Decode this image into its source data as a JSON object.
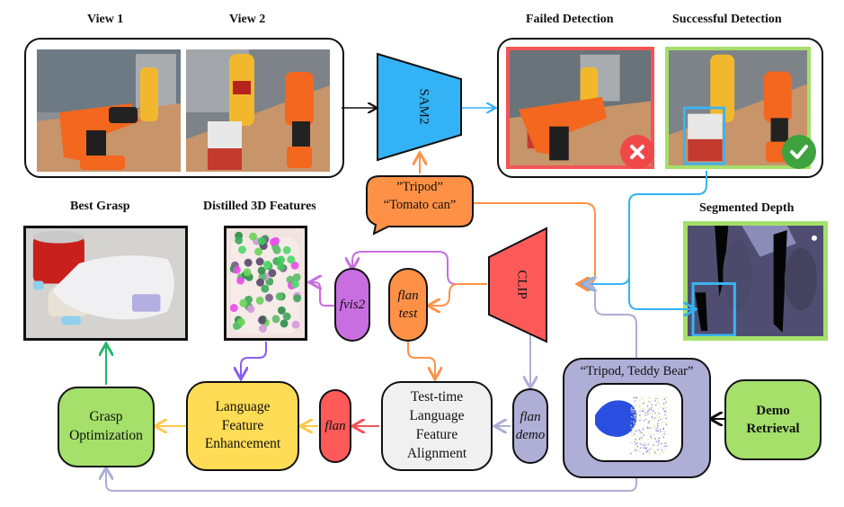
{
  "titles": {
    "view1": "View 1",
    "view2": "View 2",
    "failed": "Failed Detection",
    "success": "Successful Detection",
    "best_grasp": "Best Grasp",
    "distilled": "Distilled 3D Features",
    "segmented_depth": "Segmented Depth"
  },
  "models": {
    "sam2": "SAM2",
    "clip": "CLIP"
  },
  "prompt_bubble": {
    "line1": "”Tripod”",
    "line2": "“Tomato can”"
  },
  "nodes": {
    "fvis2": "fvis2",
    "flan_test_1": "flan",
    "flan_test_2": "test",
    "flan_demo_1": "flan",
    "flan_demo_2": "demo",
    "flan": "flan",
    "test_time_alignment": [
      "Test-time",
      "Language",
      "Feature",
      "Alignment"
    ],
    "language_enhancement": [
      "Language",
      "Feature",
      "Enhancement"
    ],
    "grasp_optimization": [
      "Grasp",
      "Optimization"
    ],
    "demo_retrieval": [
      "Demo",
      "Retrieval"
    ],
    "demo_label": "“Tripod, Teddy Bear”"
  },
  "status_icons": {
    "failed": "cross-icon",
    "success": "check-icon"
  },
  "colors": {
    "sam2": "#33b3f5",
    "clip": "#ff5a5a",
    "orange": "#ff9147",
    "purple": "#c86ee0",
    "lavender": "#aeaed6",
    "yellow": "#ffdc55",
    "green": "#a4e06a",
    "grey_box": "#f0f0f0",
    "fail_red": "#f25555",
    "success_green": "#3ea33e",
    "arrow_green": "#22b86b",
    "arrow_violet": "#8a5cf0"
  }
}
